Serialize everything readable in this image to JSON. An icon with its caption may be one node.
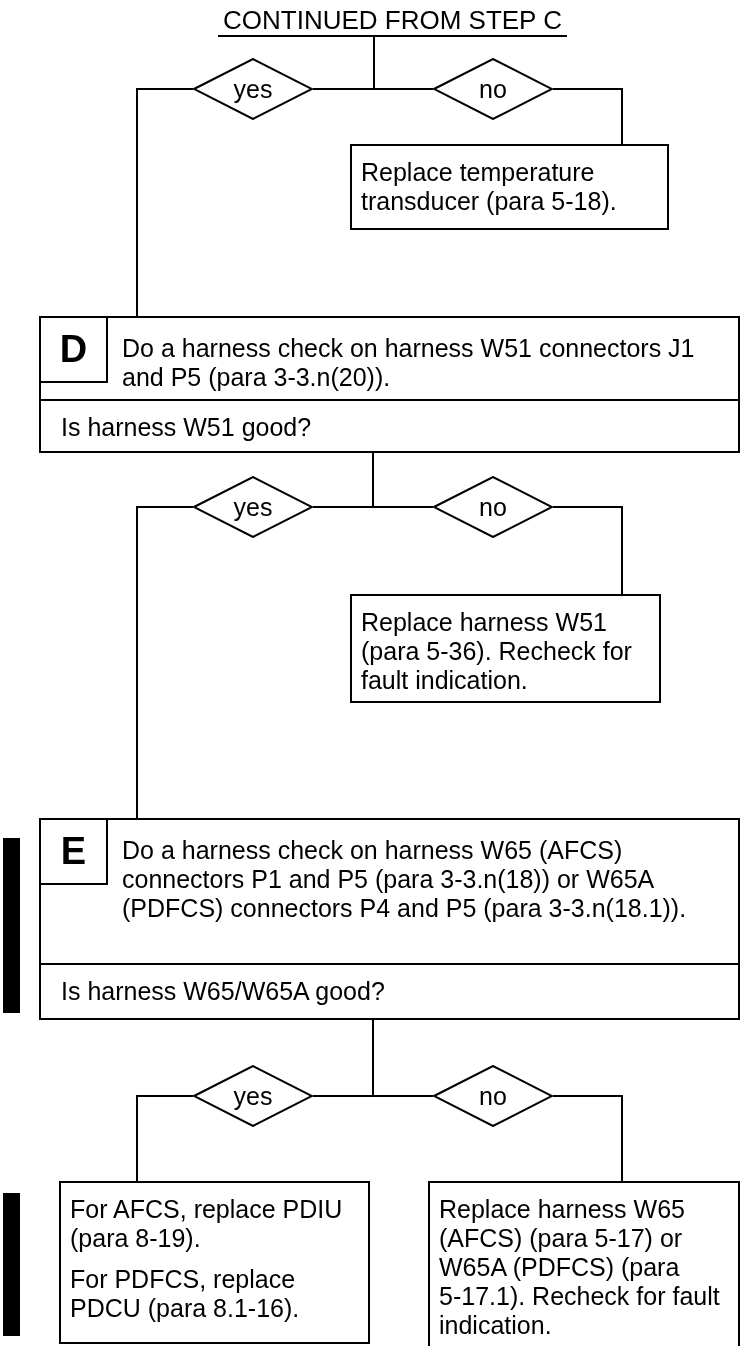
{
  "diagram": {
    "nodes": [
      {
        "text": [
          "CONTINUED FROM STEP C"
        ]
      },
      {
        "text": [
          "yes"
        ]
      },
      {
        "text": [
          "no"
        ]
      },
      {
        "text": [
          "Replace temperature transducer (para 5‑18)."
        ]
      },
      {
        "text": [
          "D",
          "Do a harness check on harness W51 connectors J1 and P5 (para 3‑3.n(20)).",
          "Is harness W51 good?"
        ]
      },
      {
        "text": [
          "yes"
        ]
      },
      {
        "text": [
          "no"
        ]
      },
      {
        "text": [
          "Replace harness W51 (para 5‑36). Recheck for fault indication."
        ]
      },
      {
        "text": [
          "E",
          "Do a harness check on harness W65 (AFCS) connectors P1 and P5 (para 3‑3.n(18)) or W65A (PDFCS) connectors P4 and P5 (para 3‑3.n(18.1)).",
          "Is harness W65/W65A good?"
        ]
      },
      {
        "text": [
          "yes"
        ]
      },
      {
        "text": [
          "no"
        ]
      },
      {
        "text": [
          "For AFCS, replace PDIU (para 8‑19).",
          "For PDFCS, replace PDCU (para 8.1‑16)."
        ]
      },
      {
        "text": [
          "Replace harness W65 (AFCS) (para 5‑17) or W65A (PDFCS) (para 5‑17.1). Recheck for fault indication."
        ]
      },
      {
        "text": [],
        "shape": "bar"
      },
      {
        "text": [],
        "shape": "bar"
      }
    ],
    "edges": [
      {
        "from": 0,
        "to": 1,
        "arrow": "none"
      },
      {
        "from": 0,
        "to": 2,
        "arrow": "none"
      },
      {
        "from": 1,
        "to": 4,
        "arrow": "none"
      },
      {
        "from": 2,
        "to": 3,
        "arrow": "none"
      },
      {
        "from": 4,
        "to": 5,
        "arrow": "none"
      },
      {
        "from": 4,
        "to": 6,
        "arrow": "none"
      },
      {
        "from": 5,
        "to": 8,
        "arrow": "none"
      },
      {
        "from": 6,
        "to": 7,
        "arrow": "none"
      },
      {
        "from": 8,
        "to": 9,
        "arrow": "none"
      },
      {
        "from": 8,
        "to": 10,
        "arrow": "none"
      },
      {
        "from": 9,
        "to": 11,
        "arrow": "none"
      },
      {
        "from": 10,
        "to": 12,
        "arrow": "none"
      }
    ]
  }
}
